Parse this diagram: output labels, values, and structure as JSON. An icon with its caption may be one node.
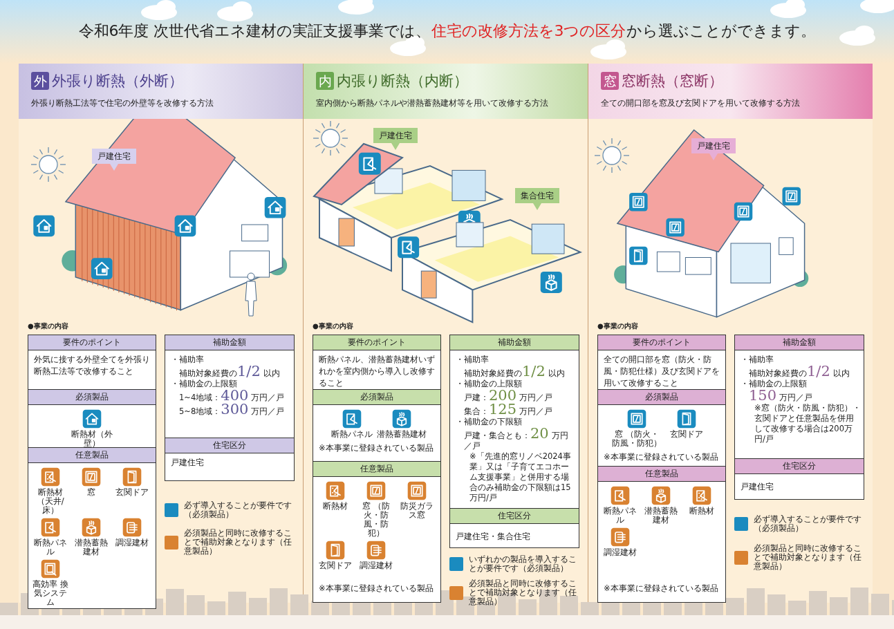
{
  "diagram": {
    "title": "令和6年度 次世代省エネ建材の実証支援事業では、**住宅の改修方法を3つの区分**から選ぶことができます。",
    "nodes": [
      {
        "text": [
          "外",
          "外張り断熱（外断）",
          "外張り断熱工法等で住宅の外壁等を改修する方法"
        ]
      },
      {
        "text": [
          "戸建住宅"
        ]
      },
      {
        "text": [
          "要件のポイント",
          "外気に接する外壁全てを外張り断熱工法等で改修すること"
        ]
      },
      {
        "text": [
          "必須製品",
          "断熱材（外壁）"
        ]
      },
      {
        "text": [
          "任意製品",
          "断熱材（天井/床）",
          "窓",
          "玄関ドア",
          "断熱パネル",
          "潜熱蓄熱建材",
          "調湿建材",
          "高効率 換気システム"
        ]
      },
      {
        "text": [
          "補助金額",
          "・補助率",
          "補助対象経費の**1/2**以内",
          "・補助金の上限額",
          "1~4地域：**400**万円／戸",
          "5~8地域：**300**万円／戸"
        ]
      },
      {
        "text": [
          "住宅区分",
          "戸建住宅"
        ]
      },
      {
        "text": [
          "内",
          "内張り断熱（内断）",
          "室内側から断熱パネルや潜熱蓄熱建材等を用いて改修する方法"
        ]
      },
      {
        "text": [
          "戸建住宅"
        ]
      },
      {
        "text": [
          "集合住宅"
        ]
      },
      {
        "text": [
          "要件のポイント",
          "断熱パネル、潜熱蓄熱建材いずれかを室内側から導入し改修すること"
        ]
      },
      {
        "text": [
          "必須製品",
          "断熱パネル",
          "潜熱蓄熱建材",
          "※本事業に登録されている製品"
        ]
      },
      {
        "text": [
          "任意製品",
          "断熱材",
          "窓 （防火・防風・防犯）",
          "防災ガラス窓",
          "玄関ドア",
          "調湿建材",
          "※本事業に登録されている製品"
        ]
      },
      {
        "text": [
          "補助金額",
          "・補助率",
          "補助対象経費の**1/2**以内",
          "・補助金の上限額",
          "戸建：**200**万円／戸",
          "集合：**125**万円／戸",
          "・補助金の下限額",
          "戸建・集合とも：**20**万円／戸",
          "※「先進的窓リノベ2024事業」又は「子育てエコホーム支援事業」と併用する場合のみ補助金の下限額は15万円/戸"
        ]
      },
      {
        "text": [
          "住宅区分",
          "戸建住宅・集合住宅"
        ]
      },
      {
        "text": [
          "窓",
          "窓断熱（窓断）",
          "全ての開口部を窓及び玄関ドアを用いて改修する方法"
        ]
      },
      {
        "text": [
          "戸建住宅"
        ]
      },
      {
        "text": [
          "要件のポイント",
          "全ての開口部を窓（防火・防風・防犯仕様）及び玄関ドアを用いて改修すること"
        ]
      },
      {
        "text": [
          "必須製品",
          "窓 （防火・防風・防犯）",
          "玄関ドア",
          "※本事業に登録されている製品"
        ]
      },
      {
        "text": [
          "任意製品",
          "断熱パネル",
          "潜熱蓄熱建材",
          "断熱材",
          "調湿建材",
          "※本事業に登録されている製品"
        ]
      },
      {
        "text": [
          "補助金額",
          "・補助率",
          "補助対象経費の**1/2**以内",
          "・補助金の上限額",
          "**150**万円／戸",
          "※窓（防火・防風・防犯）・玄関ドアと任意製品を併用して改修する場合は200万円/戸"
        ]
      },
      {
        "text": [
          "住宅区分",
          "戸建住宅"
        ]
      }
    ],
    "labels": [
      "●事業の内容",
      "●事業の内容",
      "●事業の内容"
    ],
    "legend": [
      {
        "text": "必ず導入することが要件です（必須製品）",
        "color": "#1a8bbf"
      },
      {
        "text": "必須製品と同時に改修することで補助対象となります（任意製品）",
        "color": "#d98231"
      },
      {
        "text": "いずれかの製品を導入することが要件です（必須製品）",
        "color": "#1a8bbf"
      },
      {
        "text": "必須製品と同時に改修することで補助対象となります（任意製品）",
        "color": "#d98231"
      },
      {
        "text": "必ず導入することが要件です（必須製品）",
        "color": "#1a8bbf"
      },
      {
        "text": "必須製品と同時に改修することで補助対象となります（任意製品）",
        "color": "#d98231"
      }
    ]
  }
}
